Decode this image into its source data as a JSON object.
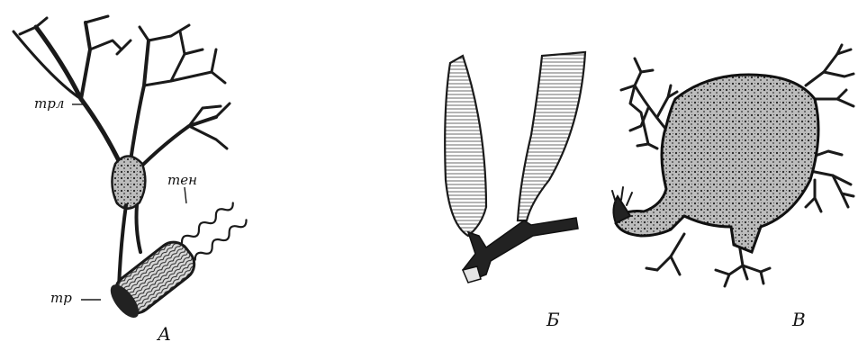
{
  "figure": {
    "panel_a": {
      "letter": "А",
      "label_trl": "трл",
      "label_ten": "тен",
      "label_tr": "тр"
    },
    "panel_b": {
      "letter": "Б"
    },
    "panel_v": {
      "letter": "В"
    }
  },
  "colors": {
    "ink": "#1a1a1a",
    "background": "#ffffff"
  }
}
